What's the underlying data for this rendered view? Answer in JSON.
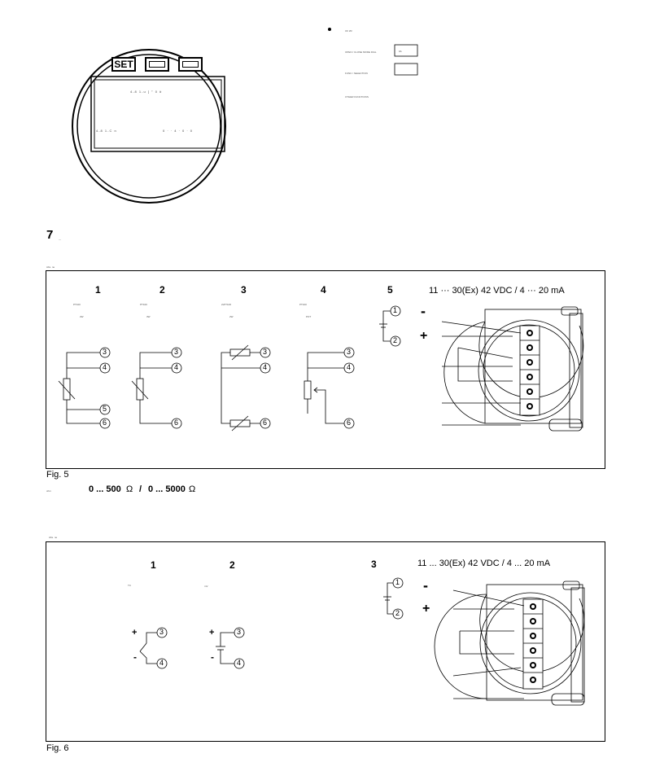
{
  "top": {
    "set_label": "SET",
    "lcd_line1": "4-8 1-u [ ° 0 #",
    "lcd_line2_left": "4-8 1-C n",
    "lcd_line2_right": "0 · · 4 · 0 · 0",
    "right_label_top": "I/O I/R",
    "right_label_1": "OPEN / CLOSE MODE DIAL",
    "right_box_1": "0A",
    "right_label_2": "FUNC / SELECTION",
    "right_label_3": "OTHER FUNCTIONS"
  },
  "section": {
    "number": "7",
    "title": "—"
  },
  "fig5": {
    "caption_small": "Abs. ne",
    "label": "Fig. 5",
    "supply": "11 ··· 30(Ex) 42 VDC / 4 ··· 20 mA",
    "range_text_a": "0 ... 500",
    "range_text_b": "/",
    "range_text_c": "0 ... 5000",
    "omega": "Ω",
    "range_small": "ohm",
    "columns": [
      {
        "num": "1",
        "sub1": "PT100",
        "sub2": "2W"
      },
      {
        "num": "2",
        "sub1": "PT100",
        "sub2": "3W"
      },
      {
        "num": "3",
        "sub1": "2xPT100",
        "sub2": "2W"
      },
      {
        "num": "4",
        "sub1": "PT100",
        "sub2": "POT"
      },
      {
        "num": "5",
        "sub1": "",
        "sub2": ""
      }
    ]
  },
  "fig6": {
    "caption_small": "Abs. ne",
    "label": "Fig. 6",
    "supply": "11 ... 30(Ex) 42 VDC / 4 ... 20 mA",
    "columns": [
      {
        "num": "1",
        "sub1": "TC"
      },
      {
        "num": "2",
        "sub1": "mV"
      },
      {
        "num": "3",
        "sub1": ""
      }
    ]
  },
  "terminals": {
    "t1": "1",
    "t2": "2",
    "t3": "3",
    "t4": "4",
    "t5": "5",
    "t6": "6",
    "minus": "-",
    "plus": "+"
  }
}
